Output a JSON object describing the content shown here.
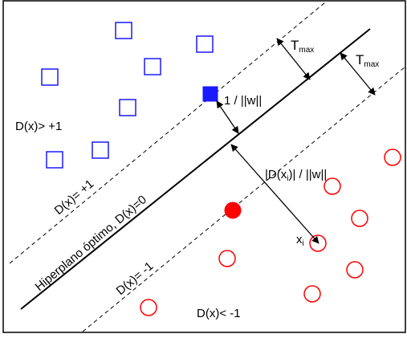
{
  "colors": {
    "blue": "#1a1aff",
    "red": "#ff0000",
    "line": "#000000"
  },
  "labels": {
    "t_max_left": "T",
    "t_max_left_sub": "max",
    "t_max_right": "T",
    "t_max_right_sub": "max",
    "inv_norm": "1 / ||w||",
    "dist_a": "|D(x",
    "dist_sub": "i",
    "dist_b": ")| / ||w||",
    "x_i": "x",
    "x_i_sub": "i",
    "region_pos": "D(x)> +1",
    "region_neg": "D(x)< -1",
    "margin_pos": "D(x)= +1",
    "margin_neg": "D(x)= -1",
    "hyperplane": "Hiperplano óptimo, D(x)=0"
  }
}
